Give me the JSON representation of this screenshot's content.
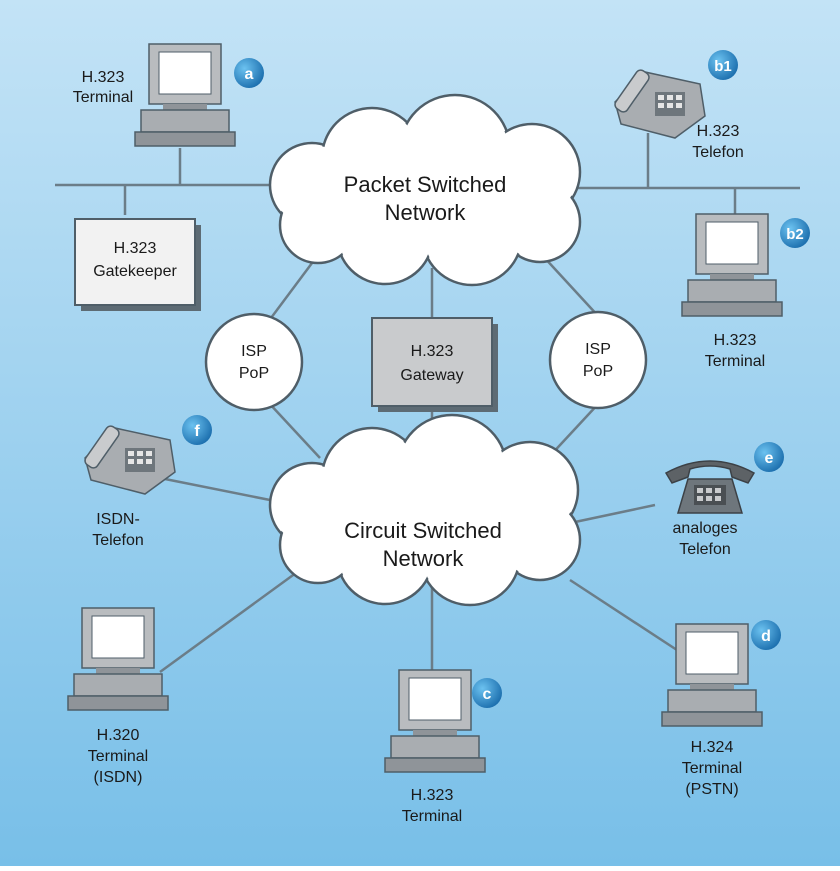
{
  "clouds": {
    "packet": [
      "Packet Switched",
      "Network"
    ],
    "circuit": [
      "Circuit Switched",
      "Network"
    ]
  },
  "boxes": {
    "gatekeeper": [
      "H.323",
      "Gatekeeper"
    ],
    "gateway": [
      "H.323",
      "Gateway"
    ]
  },
  "pops": {
    "left": [
      "ISP",
      "PoP"
    ],
    "right": [
      "ISP",
      "PoP"
    ]
  },
  "devices": {
    "h323_terminal_top": [
      "H.323",
      "Terminal"
    ],
    "h323_telefon": [
      "H.323",
      "Telefon"
    ],
    "h323_terminal_right": [
      "H.323",
      "Terminal"
    ],
    "isdn_telefon": [
      "ISDN-",
      "Telefon"
    ],
    "analog_telefon": [
      "analoges",
      "Telefon"
    ],
    "h320_terminal": [
      "H.320",
      "Terminal",
      "(ISDN)"
    ],
    "h323_terminal_bottom": [
      "H.323",
      "Terminal"
    ],
    "h324_terminal": [
      "H.324",
      "Terminal",
      "(PSTN)"
    ]
  },
  "badges": {
    "a": "a",
    "b1": "b1",
    "b2": "b2",
    "c": "c",
    "d": "d",
    "e": "e",
    "f": "f"
  },
  "colors": {
    "background_top": "#bfe0f4",
    "background_bottom": "#7fc3ea",
    "line": "#6b7d88",
    "badge": "#2a86c4"
  }
}
